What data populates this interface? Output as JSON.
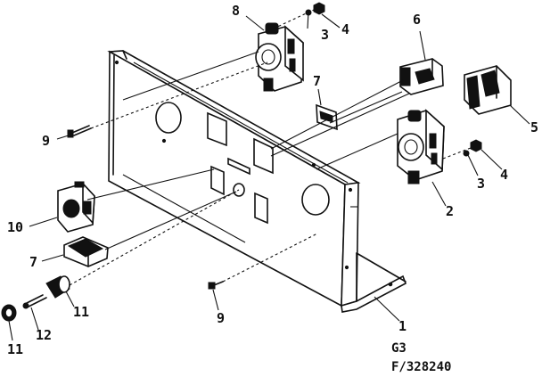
{
  "diagram": {
    "callouts": {
      "c1": "1",
      "c2": "2",
      "c3a": "3",
      "c3b": "3",
      "c4a": "4",
      "c4b": "4",
      "c5": "5",
      "c6": "6",
      "c7a": "7",
      "c7b": "7",
      "c8": "8",
      "c9a": "9",
      "c9b": "9",
      "c10": "10",
      "c11a": "11",
      "c11b": "11",
      "c12": "12"
    },
    "footer": {
      "figure": "G3",
      "drawing_number": "F/328240"
    }
  }
}
